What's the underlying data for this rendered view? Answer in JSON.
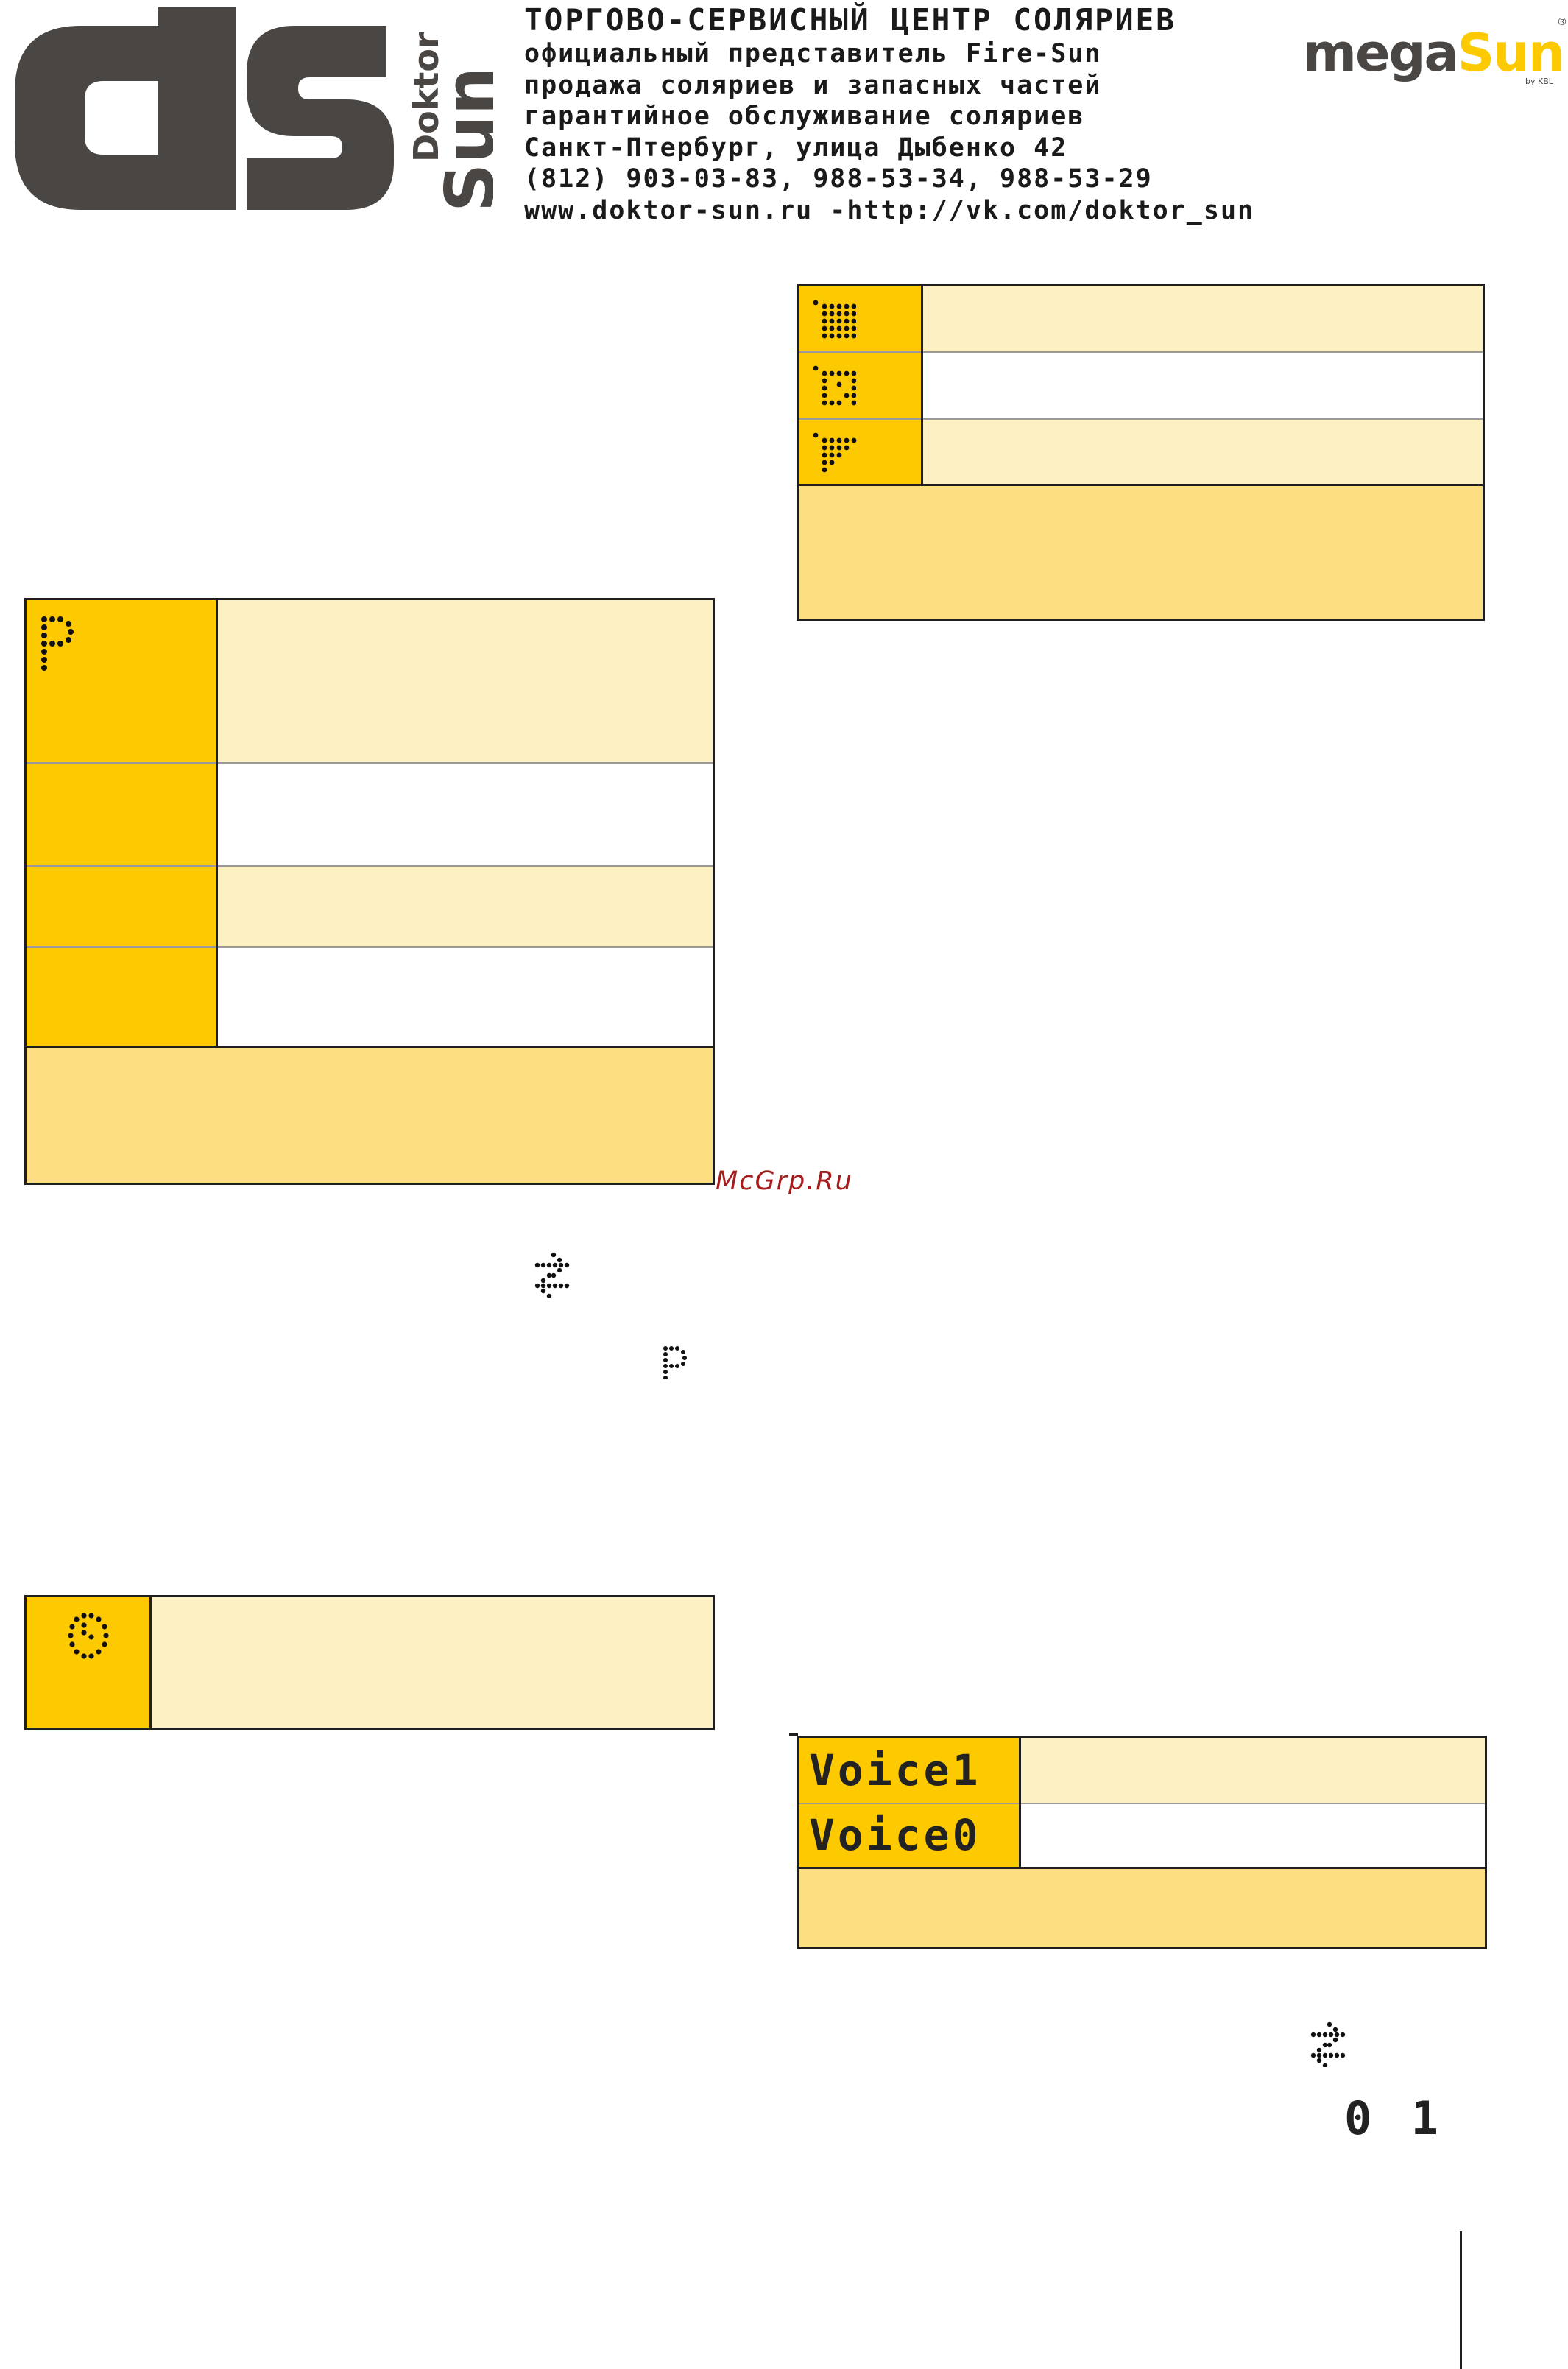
{
  "header": {
    "logo_letters": "ds",
    "logo_brand_top": "Doktor",
    "logo_brand_bottom": "Sun",
    "title": "ТОРГОВО-СЕРВИСНЫЙ ЦЕНТР СОЛЯРИЕВ",
    "lines": [
      "официальный представитель Fire-Sun",
      "продажа соляриев и запасных частей",
      "гарантийное обслуживание соляриев",
      "Санкт-Птербург, улица Дыбенко 42",
      "(812) 903-03-83, 988-53-34, 988-53-29",
      "www.doktor-sun.ru -http://vk.com/doktor_sun"
    ],
    "partner_logo": {
      "part1": "mega",
      "part2": "Sun",
      "sub": "by KBL",
      "reg": "®"
    }
  },
  "icons": {
    "tl_row1": "letter-p-dot-icon",
    "tr_row1": "grid-dot-icon",
    "tr_row2": "frame-dot-icon",
    "tr_row3": "triangle-dot-icon",
    "clock": "clock-dot-icon",
    "swap1": "swap-arrows-icon",
    "swap2": "swap-arrows-icon",
    "p_inline": "letter-p-dot-icon"
  },
  "voice_table": {
    "row1": "Voice1",
    "row2": "Voice0"
  },
  "digits": "0 1",
  "watermark": "McGrp.Ru",
  "colors": {
    "yellow": "#fdc900",
    "light": "#fdf0c2",
    "medium": "#fdde80",
    "watermark": "#a51c1c",
    "logo": "#4a4644"
  }
}
